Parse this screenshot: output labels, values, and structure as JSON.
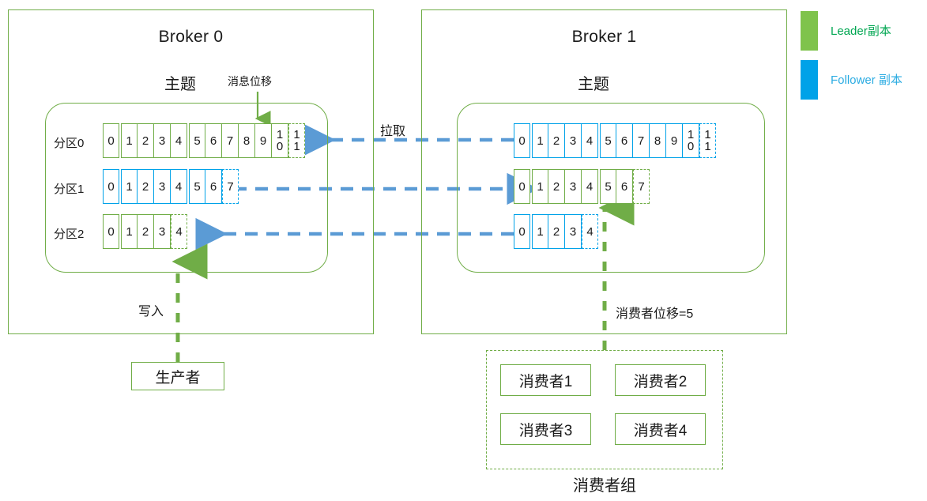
{
  "colors": {
    "leader_green": "#70ad47",
    "leader_swatch": "#7fc34c",
    "follower_blue": "#00a2e8",
    "arrow_blue": "#5b9bd5",
    "arrow_green": "#70ad47",
    "text": "#1a1a1a",
    "background": "#ffffff"
  },
  "legend": {
    "items": [
      {
        "label": "Leader副本",
        "color": "#7fc34c",
        "text_color": "#00a651"
      },
      {
        "label": "Follower 副本",
        "color": "#00a2e8",
        "text_color": "#29abe2"
      }
    ]
  },
  "brokers": [
    {
      "id": "broker-0",
      "title": "Broker 0",
      "topic_label": "主题",
      "offset_label": "消息位移",
      "partitions": [
        {
          "label": "分区0",
          "role": "leader",
          "cells": [
            "0",
            "1",
            "2",
            "3",
            "4",
            "5",
            "6",
            "7",
            "8",
            "9",
            "10"
          ],
          "pending_cell": "11"
        },
        {
          "label": "分区1",
          "role": "follower",
          "cells": [
            "0",
            "1",
            "2",
            "3",
            "4",
            "5",
            "6"
          ],
          "pending_cell": "7"
        },
        {
          "label": "分区2",
          "role": "leader",
          "cells": [
            "0",
            "1",
            "2",
            "3"
          ],
          "pending_cell": "4"
        }
      ]
    },
    {
      "id": "broker-1",
      "title": "Broker 1",
      "topic_label": "主题",
      "partitions": [
        {
          "label": "",
          "role": "follower",
          "cells": [
            "0",
            "1",
            "2",
            "3",
            "4",
            "5",
            "6",
            "7",
            "8",
            "9",
            "10"
          ],
          "pending_cell": "11"
        },
        {
          "label": "",
          "role": "leader",
          "cells": [
            "0",
            "1",
            "2",
            "3",
            "4",
            "5",
            "6"
          ],
          "pending_cell": "7"
        },
        {
          "label": "",
          "role": "follower",
          "cells": [
            "0",
            "1",
            "2",
            "3"
          ],
          "pending_cell": "4"
        }
      ]
    }
  ],
  "flows": {
    "replication_label": "拉取",
    "write_label": "写入",
    "consumer_offset_label": "消费者位移=5"
  },
  "producer": {
    "label": "生产者"
  },
  "consumer_group": {
    "caption": "消费者组",
    "consumers": [
      "消费者1",
      "消费者2",
      "消费者3",
      "消费者4"
    ]
  }
}
